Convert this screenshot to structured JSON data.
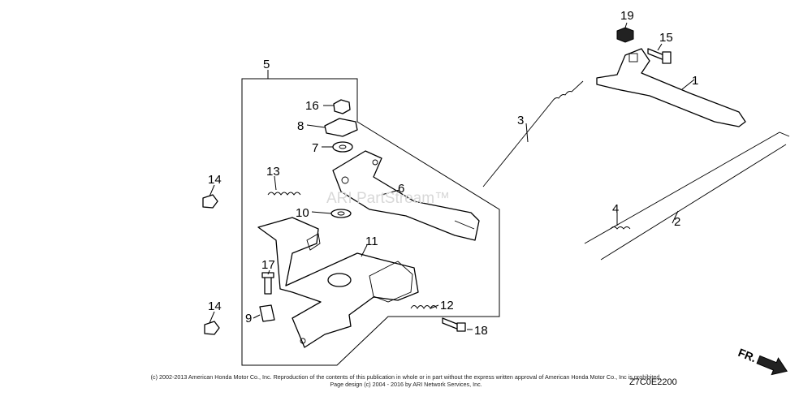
{
  "callouts": [
    {
      "id": "c1",
      "label": "1"
    },
    {
      "id": "c2",
      "label": "2"
    },
    {
      "id": "c3",
      "label": "3"
    },
    {
      "id": "c4",
      "label": "4"
    },
    {
      "id": "c5",
      "label": "5"
    },
    {
      "id": "c6",
      "label": "6"
    },
    {
      "id": "c7",
      "label": "7"
    },
    {
      "id": "c8",
      "label": "8"
    },
    {
      "id": "c9",
      "label": "9"
    },
    {
      "id": "c10",
      "label": "10"
    },
    {
      "id": "c11",
      "label": "11"
    },
    {
      "id": "c12",
      "label": "12"
    },
    {
      "id": "c13",
      "label": "13"
    },
    {
      "id": "c14a",
      "label": "14"
    },
    {
      "id": "c14b",
      "label": "14"
    },
    {
      "id": "c15",
      "label": "15"
    },
    {
      "id": "c16",
      "label": "16"
    },
    {
      "id": "c17",
      "label": "17"
    },
    {
      "id": "c18",
      "label": "18"
    },
    {
      "id": "c19",
      "label": "19"
    }
  ],
  "watermark": "ARI PartStream™",
  "front_marker": "FR.",
  "diagram_code": "Z7C0E2200",
  "copyright_line1": "(c) 2002-2013 American Honda Motor Co., Inc. Reproduction of the contents of this publication in whole or in part without the express written approval of American Honda Motor Co., Inc is prohibited.",
  "copyright_line2": "Page design (c) 2004 - 2016 by ARI Network Services, Inc."
}
